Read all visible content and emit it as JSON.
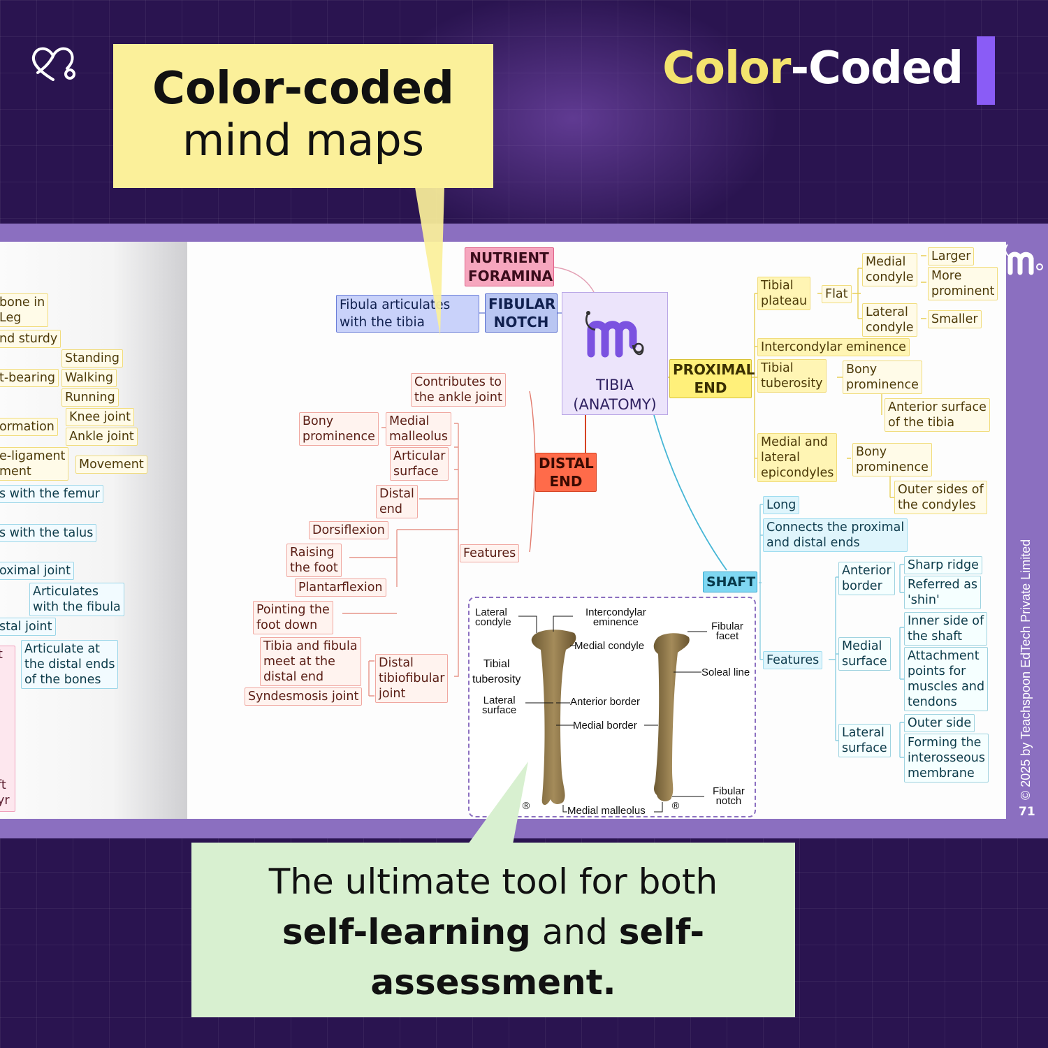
{
  "headline": {
    "part1": "Color",
    "part2": "-Coded"
  },
  "callout_top": {
    "line1": "Color-coded",
    "line2": "mind maps"
  },
  "callout_bottom": {
    "line1": "The ultimate tool for both",
    "bold1": "self-learning",
    "mid": " and ",
    "bold2": "self-",
    "line3": "assessment."
  },
  "colors": {
    "background": "#2a1450",
    "accent": "#8a5cf6",
    "headline_yellow": "#f3e36e",
    "callout_yellow": "#fbf09a",
    "callout_green": "#d8f0d0"
  },
  "icons": [
    "heart-stethoscope-logo",
    "brand-m-logo"
  ],
  "left_page": {
    "nodes": [
      "bone in\nLeg",
      "nd sturdy",
      "Standing",
      "t-bearing",
      "Walking",
      "Running",
      "ormation",
      "Knee joint",
      "Ankle joint",
      "e-ligament\nment",
      "Movement",
      "s with the femur",
      "s with the talus",
      "oximal joint",
      "Articulates\nwith the fibula",
      "stal joint",
      "Articulate at\nthe distal ends\nof the bones",
      "t",
      "ft\nyr"
    ]
  },
  "mind_map": {
    "center": "TIBIA\n(ANATOMY)",
    "nutrient": "NUTRIENT\nFORAMINA",
    "fibular_notch": "FIBULAR\nNOTCH",
    "fibula_text": "Fibula articulates\nwith the tibia",
    "distal_end": "DISTAL\nEND",
    "distal": {
      "contributes": "Contributes to\nthe ankle joint",
      "bony_prominence": "Bony\nprominence",
      "medial_malleolus": "Medial\nmalleolus",
      "articular_surface": "Articular\nsurface",
      "distal_end_small": "Distal\nend",
      "dorsiflexion": "Dorsiflexion",
      "raising": "Raising\nthe foot",
      "plantarflexion": "Plantarflexion",
      "pointing": "Pointing the\nfoot down",
      "features": "Features",
      "meet": "Tibia and fibula\nmeet at the\ndistal end",
      "syndesmosis": "Syndesmosis joint",
      "distal_tibiofibular": "Distal\ntibiofibular\njoint"
    },
    "proximal_end": "PROXIMAL\nEND",
    "proximal": {
      "tibial_plateau": "Tibial\nplateau",
      "flat": "Flat",
      "medial_condyle": "Medial\ncondyle",
      "larger": "Larger",
      "more_prominent": "More\nprominent",
      "lateral_condyle": "Lateral\ncondyle",
      "smaller": "Smaller",
      "intercondylar": "Intercondylar eminence",
      "tibial_tuberosity": "Tibial\ntuberosity",
      "bony_prominence": "Bony\nprominence",
      "anterior_surface": "Anterior surface\nof the tibia",
      "epicondyles": "Medial and\nlateral\nepicondyles",
      "bony_prominence2": "Bony\nprominence",
      "outer_sides": "Outer sides of\nthe condyles"
    },
    "shaft": "SHAFT",
    "shaft_nodes": {
      "long": "Long",
      "connects": "Connects the proximal\nand distal ends",
      "features": "Features",
      "anterior_border": "Anterior\nborder",
      "sharp_ridge": "Sharp ridge",
      "referred": "Referred as\n'shin'",
      "medial_surface": "Medial\nsurface",
      "inner_side": "Inner side of\nthe shaft",
      "attachment": "Attachment\npoints for\nmuscles and\ntendons",
      "lateral_surface": "Lateral\nsurface",
      "outer_side": "Outer side",
      "forming": "Forming the\ninterosseous\nmembrane"
    }
  },
  "bone_image": {
    "labels": {
      "lateral_condyle": "Lateral\ncondyle",
      "intercondylar_eminence": "Intercondylar\neminence",
      "medial_condyle": "Medial condyle",
      "fibular_facet": "Fibular\nfacet",
      "tibial_tuberosity": "Tibial\ntuberosity",
      "soleal_line": "Soleal line",
      "lateral_surface": "Lateral\nsurface",
      "anterior_border": "Anterior border",
      "medial_border": "Medial border",
      "fibular_notch": "Fibular\nnotch",
      "medial_malleolus": "Medial malleolus"
    },
    "registered": "®"
  },
  "footer": {
    "copyright": "© 2025 by Teachspoon EdTech Private Limited",
    "page": "71"
  }
}
